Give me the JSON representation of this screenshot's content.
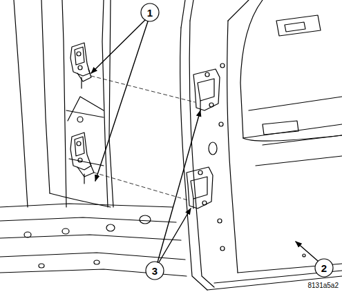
{
  "diagram": {
    "labels": [
      "1",
      "2",
      "3",
      "8131a5a2"
    ]
  }
}
